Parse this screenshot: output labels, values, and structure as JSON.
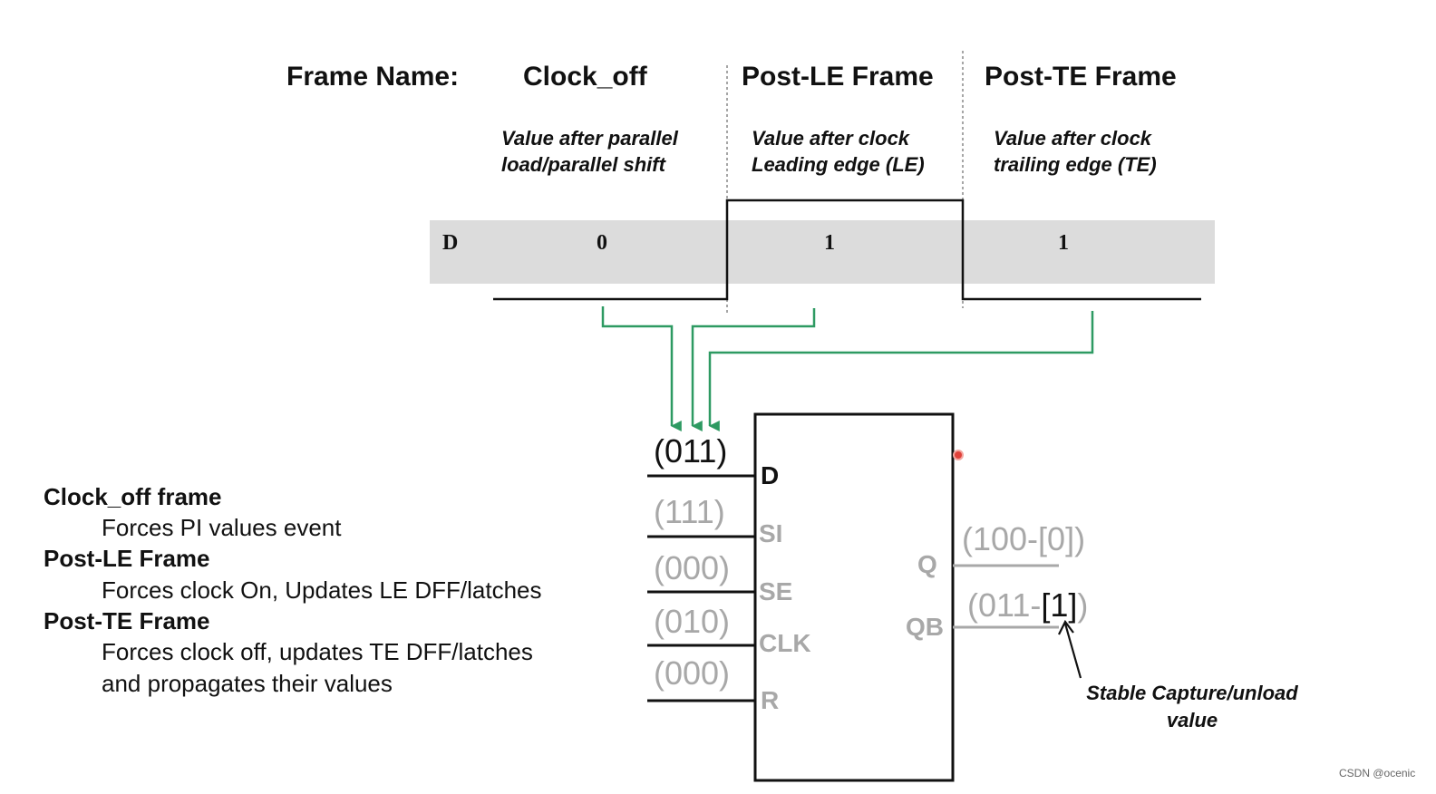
{
  "frame_name_label": "Frame Name:",
  "frames": [
    {
      "name": "Clock_off",
      "desc1": "Value after parallel",
      "desc2": "load/parallel shift",
      "value": "0"
    },
    {
      "name": "Post-LE Frame",
      "desc1": "Value after clock",
      "desc2": "Leading edge (LE)",
      "value": "1"
    },
    {
      "name": "Post-TE Frame",
      "desc1": "Value after clock",
      "desc2": "trailing edge (TE)",
      "value": "1"
    }
  ],
  "signal_label": "D",
  "flipflop": {
    "inputs": [
      {
        "pin": "D",
        "vector": "(011)"
      },
      {
        "pin": "SI",
        "vector": "(111)"
      },
      {
        "pin": "SE",
        "vector": "(000)"
      },
      {
        "pin": "CLK",
        "vector": "(010)"
      },
      {
        "pin": "R",
        "vector": "(000)"
      }
    ],
    "outputs": [
      {
        "pin": "Q",
        "vector": "(100-[0])"
      },
      {
        "pin": "QB",
        "vector_prefix": "(011-",
        "vector_highlight": "[1]",
        "vector_suffix": ")"
      }
    ]
  },
  "annotation": {
    "line1": "Stable Capture/unload",
    "line2": "value"
  },
  "descriptions": [
    {
      "title": "Clock_off frame",
      "lines": [
        "Forces PI values event"
      ]
    },
    {
      "title": "Post-LE Frame",
      "lines": [
        "Forces clock On, Updates LE DFF/latches"
      ]
    },
    {
      "title": "Post-TE Frame",
      "lines": [
        "Forces clock off, updates TE DFF/latches",
        "and propagates their values"
      ]
    }
  ],
  "watermark": "CSDN @ocenic",
  "colors": {
    "arrow": "#2e9a62",
    "band": "#dcdcdc",
    "inactive": "#a8a8a8",
    "dot": "#e0413a"
  }
}
